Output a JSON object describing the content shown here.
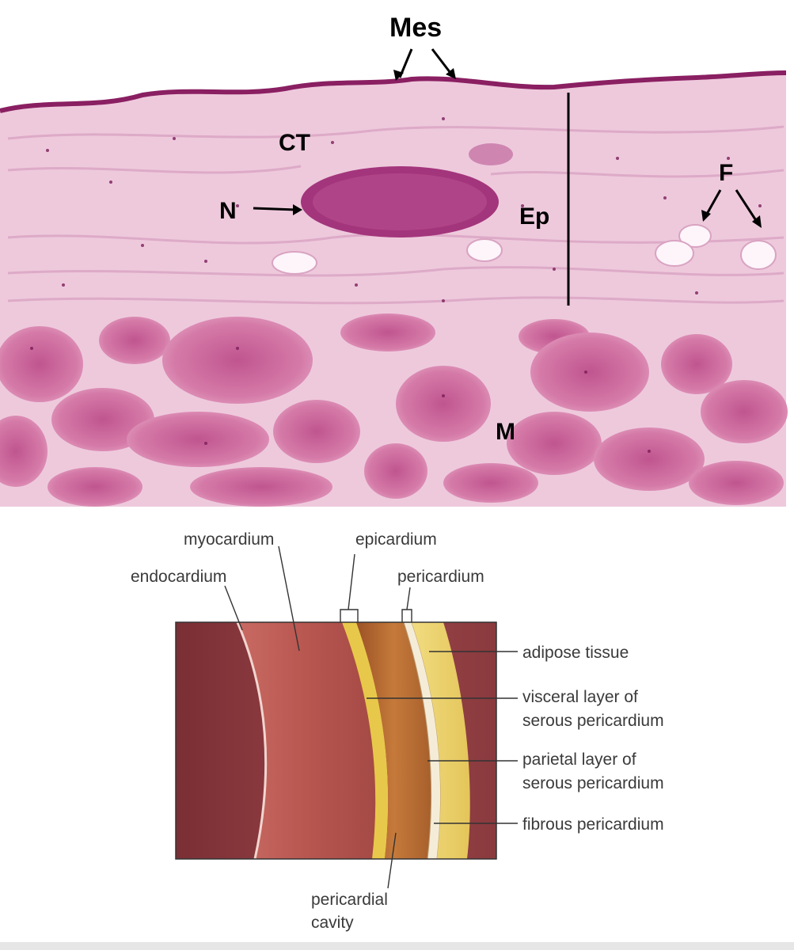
{
  "histology": {
    "labels": {
      "mes": "Mes",
      "ct": "CT",
      "n": "N",
      "ep": "Ep",
      "f": "F",
      "m": "M"
    }
  },
  "diagram": {
    "labels": {
      "myocardium": "myocardium",
      "epicardium": "epicardium",
      "endocardium": "endocardium",
      "pericardium": "pericardium",
      "adipose": "adipose tissue",
      "visceral_1": "visceral layer of",
      "visceral_2": "serous pericardium",
      "parietal_1": "parietal layer of",
      "parietal_2": "serous pericardium",
      "fibrous": "fibrous pericardium",
      "cavity_1": "pericardial",
      "cavity_2": "cavity"
    },
    "colors": {
      "heart_interior": "#8a3a3e",
      "myocardium": "#b85650",
      "visceral_yellow": "#e8c84a",
      "cavity_brown": "#b86a30",
      "adipose_yellow": "#ead26a"
    }
  }
}
